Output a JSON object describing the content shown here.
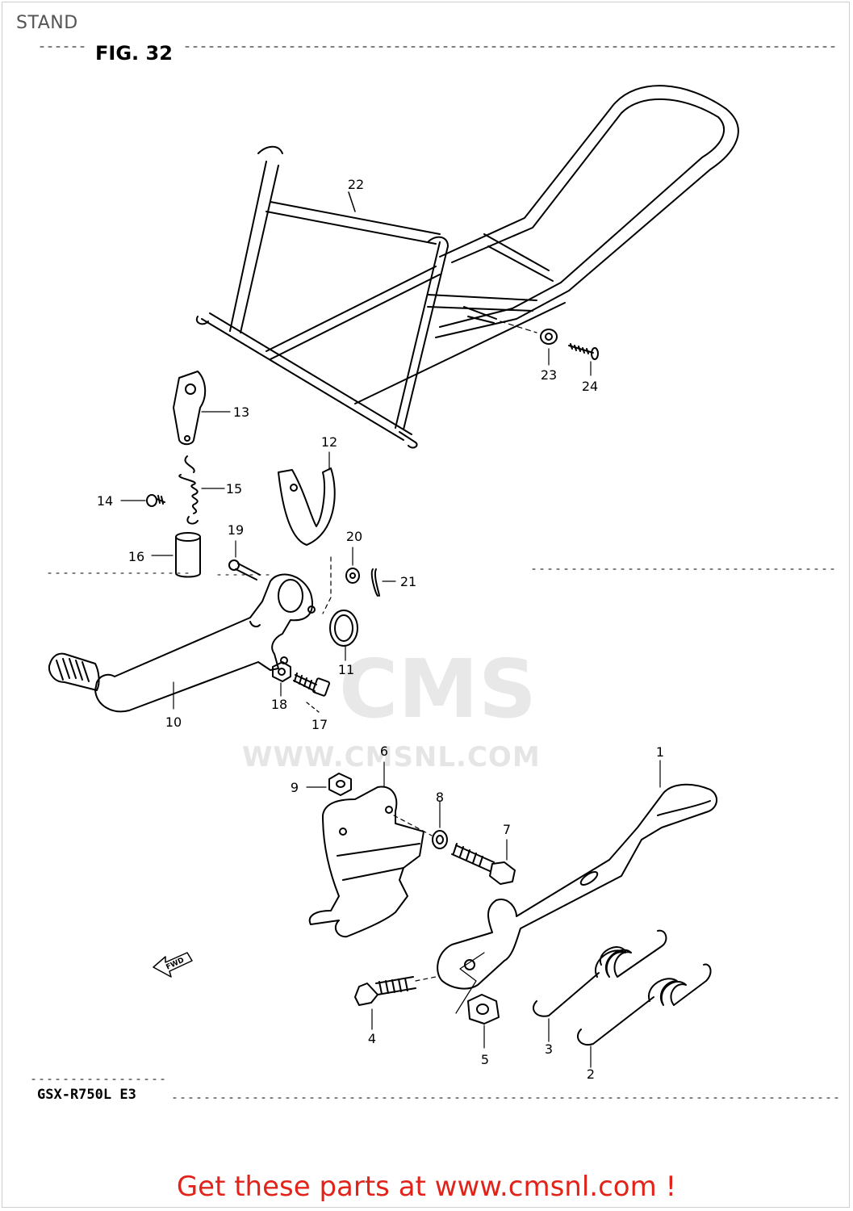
{
  "page": {
    "title": "STAND",
    "figure": "FIG. 32",
    "model": "GSX-R750L E3",
    "footer": "Get these parts at www.cmsnl.com !"
  },
  "watermark": {
    "logo": "CMS",
    "url": "WWW.CMSNL.COM"
  },
  "diagram": {
    "arrow_label": "FWD",
    "callouts": [
      "1",
      "2",
      "3",
      "4",
      "5",
      "6",
      "7",
      "8",
      "9",
      "10",
      "11",
      "12",
      "13",
      "14",
      "15",
      "16",
      "17",
      "18",
      "19",
      "20",
      "21",
      "22",
      "23",
      "24"
    ]
  },
  "colors": {
    "footer": "#e2231a",
    "line": "#000000"
  }
}
